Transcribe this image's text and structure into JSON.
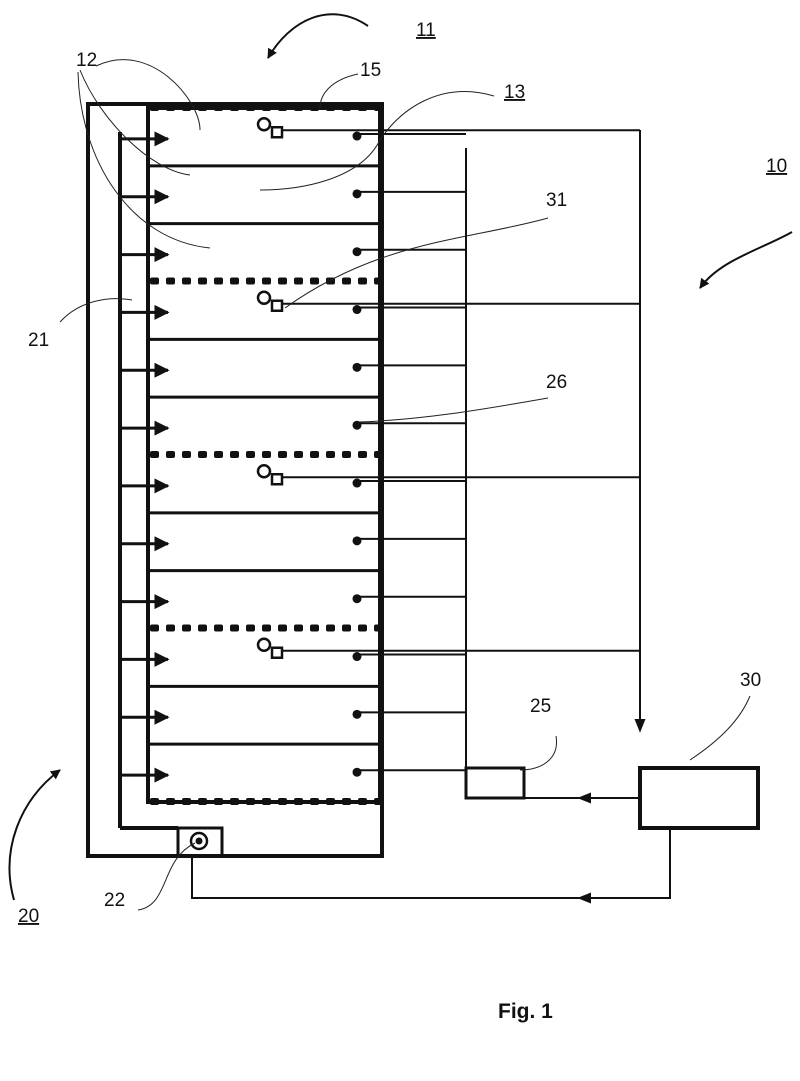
{
  "labels": {
    "system": "10",
    "rack": "11",
    "compartment": "12",
    "module": "13",
    "partition": "15",
    "air_system": "20",
    "duct": "21",
    "fan": "22",
    "controller": "25",
    "sensor": "26",
    "unit": "30",
    "detector": "31"
  },
  "caption": "Fig. 1",
  "layout": {
    "module_count": 4,
    "compartments_per_module": 3
  }
}
